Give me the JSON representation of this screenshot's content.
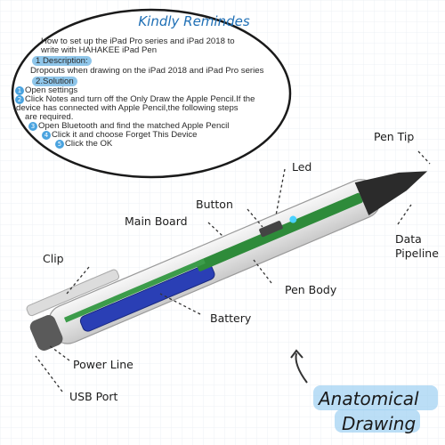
{
  "notice": {
    "title": "Kindly Remindes",
    "intro_lines": [
      "How to set up the iPad Pro series and iPad 2018 to",
      "write with HAHAKEE iPad Pen"
    ],
    "description_heading": "1 Description:",
    "description_text": "Dropouts when drawing  on the iPad 2018 and iPad Pro series",
    "solution_heading": "2.Solution",
    "steps": [
      {
        "num": "1",
        "lines": [
          "Open settings"
        ]
      },
      {
        "num": "2",
        "lines": [
          "Click Notes and turn off the Only Draw the Apple Pencil.If the",
          "device has connected with Apple Pencil,the following steps",
          "are required."
        ]
      },
      {
        "num": "3",
        "lines": [
          "Open Bluetooth and find the matched Apple Pencil"
        ]
      },
      {
        "num": "4",
        "lines": [
          "Click it and choose Forget This Device"
        ]
      },
      {
        "num": "5",
        "lines": [
          "Click the OK"
        ]
      }
    ]
  },
  "labels": {
    "pen_tip": "Pen Tip",
    "led": "Led",
    "button": "Button",
    "main_board": "Main Board",
    "data_pipeline_1": "Data",
    "data_pipeline_2": "Pipeline",
    "clip": "Clip",
    "pen_body": "Pen Body",
    "battery": "Battery",
    "power_line": "Power Line",
    "usb_port": "USB Port"
  },
  "caption": {
    "line1": "Anatomical",
    "line2": "Drawing"
  },
  "colors": {
    "accent": "#4aa3df",
    "board": "#2e8b3a",
    "battery": "#2a3fb5",
    "tip": "#1a1a1a"
  }
}
